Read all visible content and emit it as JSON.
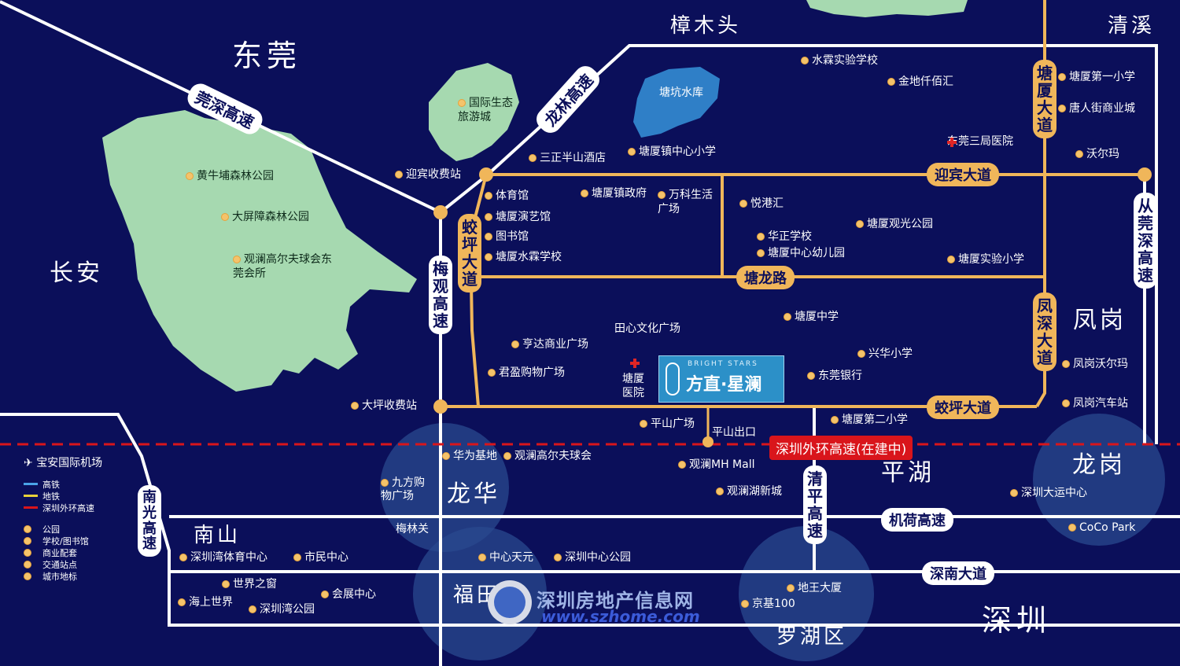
{
  "districts": {
    "dongguan": "东莞",
    "changan": "长安",
    "zhangmutou": "樟木头",
    "qingxi": "清溪",
    "fenggang": "凤岗",
    "pinghu": "平湖",
    "longgang": "龙岗",
    "longhua": "龙华",
    "nanshan": "南山",
    "futian": "福田",
    "luohu": "罗湖区",
    "shenzhen": "深圳"
  },
  "roads": {
    "guanshen": "莞深高速",
    "longlin": "龙林高速",
    "meiguan": "梅观高速",
    "jiaoping_avenue_v": "蛟坪大道",
    "yingbin": "迎宾大道",
    "tanglong": "塘龙路",
    "tangxia_avenue": "塘厦大道",
    "fengshen": "凤深大道",
    "jiaoping_avenue_h": "蛟坪大道",
    "congguanshen": "从莞深高速",
    "outer_ring": "深圳外环高速(在建中)",
    "qingping": "清平高速",
    "jihe": "机荷高速",
    "shennan": "深南大道",
    "nanguang": "南光高速"
  },
  "pois": {
    "shuilin_school": "水霖实验学校",
    "jindi": "金地仟佰汇",
    "tangxia_primary1": "塘厦第一小学",
    "tangren_street": "唐人街商业城",
    "dongguan_hosp3": "东莞三局医院",
    "walmart1": "沃尔玛",
    "tangkeng_reservoir": "塘坑水库",
    "sanzheng": "三正半山酒店",
    "tangxia_central_primary": "塘厦镇中心小学",
    "eco_city": "国际生态旅游城",
    "yingbin_toll": "迎宾收费站",
    "huangniupu": "黄牛埔森林公园",
    "dapingzhang": "大屏障森林公园",
    "mission_hills_dg": "观澜高尔夫球会东莞会所",
    "stadium": "体育馆",
    "tangxia_gov": "塘厦镇政府",
    "vanke": "万科生活广场",
    "yuegang": "悦港汇",
    "theater": "塘厦演艺馆",
    "library": "图书馆",
    "shuilin_school2": "塘厦水霖学校",
    "huazheng_school": "华正学校",
    "tangxia_kindergarten": "塘厦中心幼儿园",
    "guanguang_park": "塘厦观光公园",
    "tangxia_exp_primary": "塘厦实验小学",
    "tianxin_plaza": "田心文化广场",
    "hengda": "亨达商业广场",
    "junying": "君盈购物广场",
    "tangxia_hospital": "塘厦医院",
    "tangxia_middle": "塘厦中学",
    "xinghua_primary": "兴华小学",
    "dongguan_bank": "东莞银行",
    "fenggang_walmart": "凤岗沃尔玛",
    "fenggang_bus": "凤岗汽车站",
    "daping_toll": "大坪收费站",
    "pingshan_plaza": "平山广场",
    "pingshan_exit": "平山出口",
    "tangxia_primary2": "塘厦第二小学",
    "huawei": "华为基地",
    "mission_hills_sz": "观澜高尔夫球会",
    "guanlan_mall": "观澜MH Mall",
    "guanlan_lake": "观澜湖新城",
    "jiufang": "九方购物广场",
    "meilinguan": "梅林关",
    "universiade": "深圳大运中心",
    "cocopark": "CoCo Park",
    "bay_sports": "深圳湾体育中心",
    "civic_center": "市民中心",
    "central_tiandi": "中心天元",
    "central_park": "深圳中心公园",
    "window_world": "世界之窗",
    "convention": "会展中心",
    "sea_world": "海上世界",
    "bay_park": "深圳湾公园",
    "diwang": "地王大厦",
    "kk100": "京基100"
  },
  "project": {
    "en": "BRIGHT STARS",
    "cn": "方直·星澜"
  },
  "legend": {
    "airport": "宝安国际机场",
    "rail": "高铁",
    "metro": "地铁",
    "ring": "深圳外环高速",
    "park": "公园",
    "school": "学校/图书馆",
    "commerce": "商业配套",
    "transport": "交通站点",
    "landmark": "城市地标"
  },
  "watermark": {
    "cn": "深圳房地产信息网",
    "url": "www.szhome.com"
  },
  "colors": {
    "background": "#0b0f5a",
    "road_orange": "#f0b65a",
    "road_white": "#ffffff",
    "green_area": "#a6d9b0",
    "reservoir": "#2f7fc7",
    "ring_red": "#d9151b",
    "halo": "#2a4a8f"
  }
}
